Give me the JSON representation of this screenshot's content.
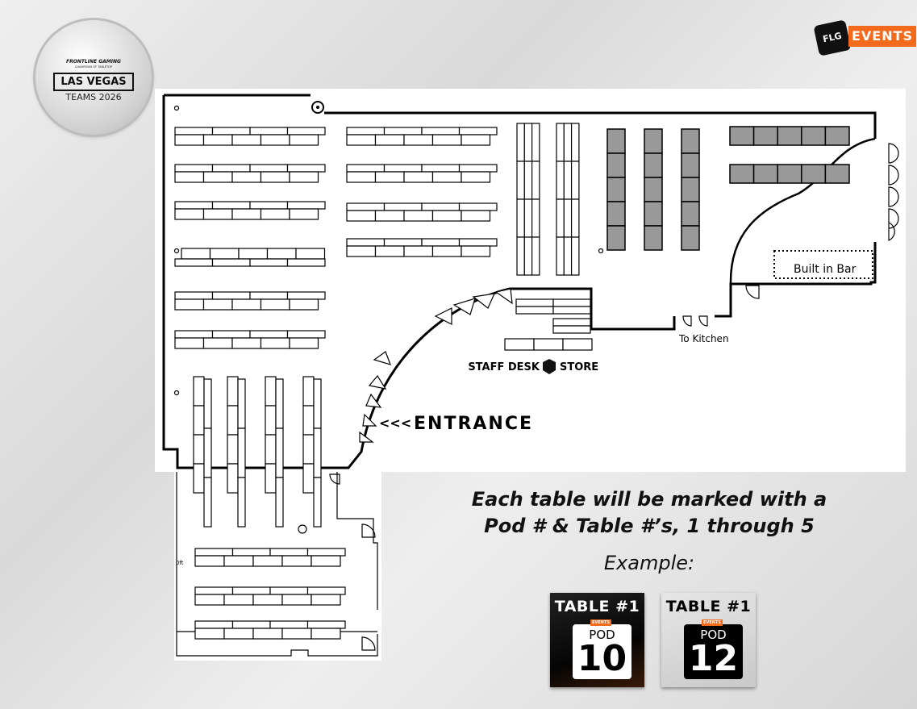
{
  "badge": {
    "brand": "FRONTLINE GAMING",
    "tagline": "CHAMPIONS OF TABLETOP",
    "city": "LAS VEGAS",
    "event": "TEAMS 2026"
  },
  "header_logo": {
    "mark": "FLG",
    "label": "EVENTS",
    "accent": "#f26a1b"
  },
  "floor_plan": {
    "labels": {
      "bar": "Built in Bar",
      "kitchen": "To Kitchen",
      "staff_desk": "STAFF DESK",
      "store": "STORE",
      "entrance_arrows": "<<<",
      "entrance": "ENTRANCE",
      "scale": "0ft"
    }
  },
  "notes": {
    "line1": "Each table will be marked with a",
    "line2": "Pod # & Table #’s, 1 through 5",
    "example": "Example:"
  },
  "example_cards": [
    {
      "table": "TABLE #1",
      "tag": "EVENTS",
      "pod_label": "POD",
      "pod_number": "10",
      "theme": "dark"
    },
    {
      "table": "TABLE #1",
      "tag": "EVENTS",
      "pod_label": "POD",
      "pod_number": "12",
      "theme": "light"
    }
  ]
}
